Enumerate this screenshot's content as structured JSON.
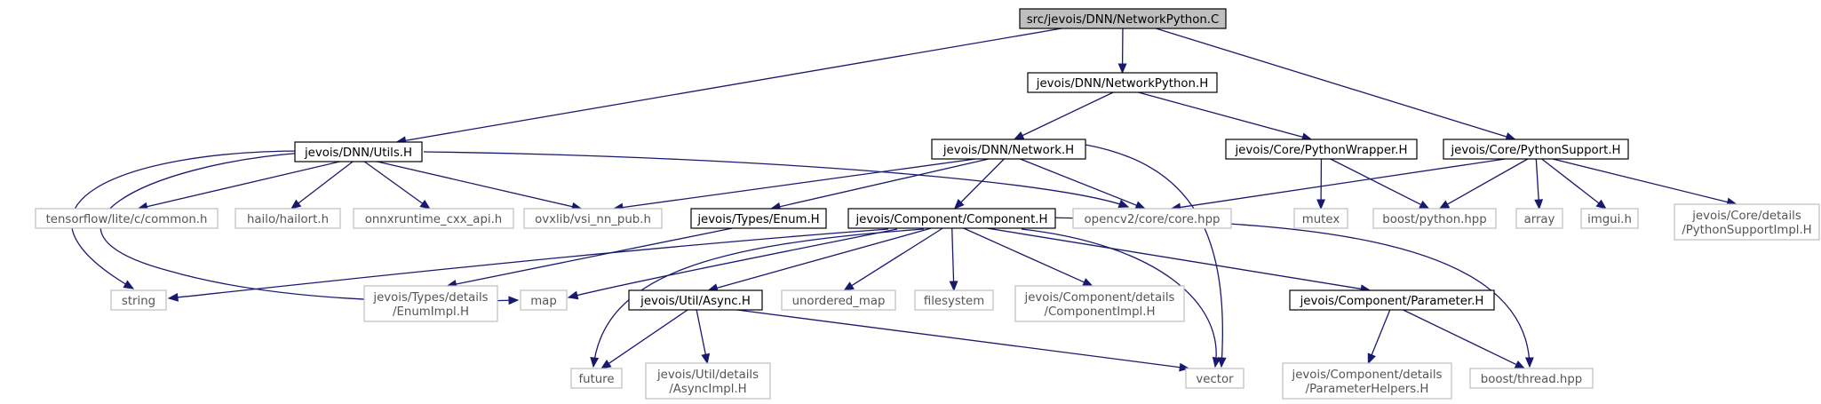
{
  "graph": {
    "nodes": {
      "root": {
        "lines": [
          "src/jevois/DNN/NetworkPython.C"
        ],
        "kind": "root"
      },
      "networkpython_h": {
        "lines": [
          "jevois/DNN/NetworkPython.H"
        ],
        "kind": "doc"
      },
      "utils_h": {
        "lines": [
          "jevois/DNN/Utils.H"
        ],
        "kind": "doc"
      },
      "network_h": {
        "lines": [
          "jevois/DNN/Network.H"
        ],
        "kind": "doc"
      },
      "pythonwrapper_h": {
        "lines": [
          "jevois/Core/PythonWrapper.H"
        ],
        "kind": "doc"
      },
      "pythonsupport_h": {
        "lines": [
          "jevois/Core/PythonSupport.H"
        ],
        "kind": "doc"
      },
      "tflite_common": {
        "lines": [
          "tensorflow/lite/c/common.h"
        ],
        "kind": "ext"
      },
      "hailort": {
        "lines": [
          "hailo/hailort.h"
        ],
        "kind": "ext"
      },
      "onnxruntime": {
        "lines": [
          "onnxruntime_cxx_api.h"
        ],
        "kind": "ext"
      },
      "vsi_nn_pub": {
        "lines": [
          "ovxlib/vsi_nn_pub.h"
        ],
        "kind": "ext"
      },
      "enum_h": {
        "lines": [
          "jevois/Types/Enum.H"
        ],
        "kind": "doc"
      },
      "component_h": {
        "lines": [
          "jevois/Component/Component.H"
        ],
        "kind": "doc"
      },
      "opencv_core": {
        "lines": [
          "opencv2/core/core.hpp"
        ],
        "kind": "ext"
      },
      "mutex": {
        "lines": [
          "mutex"
        ],
        "kind": "ext"
      },
      "boost_python": {
        "lines": [
          "boost/python.hpp"
        ],
        "kind": "ext"
      },
      "array": {
        "lines": [
          "array"
        ],
        "kind": "ext"
      },
      "imgui": {
        "lines": [
          "imgui.h"
        ],
        "kind": "ext"
      },
      "pythonsupportimpl": {
        "lines": [
          "jevois/Core/details",
          "/PythonSupportImpl.H"
        ],
        "kind": "ext"
      },
      "string": {
        "lines": [
          "string"
        ],
        "kind": "ext"
      },
      "enumimpl": {
        "lines": [
          "jevois/Types/details",
          "/EnumImpl.H"
        ],
        "kind": "ext"
      },
      "map": {
        "lines": [
          "map"
        ],
        "kind": "ext"
      },
      "async_h": {
        "lines": [
          "jevois/Util/Async.H"
        ],
        "kind": "doc"
      },
      "unordered_map": {
        "lines": [
          "unordered_map"
        ],
        "kind": "ext"
      },
      "filesystem": {
        "lines": [
          "filesystem"
        ],
        "kind": "ext"
      },
      "componentimpl": {
        "lines": [
          "jevois/Component/details",
          "/ComponentImpl.H"
        ],
        "kind": "ext"
      },
      "parameter_h": {
        "lines": [
          "jevois/Component/Parameter.H"
        ],
        "kind": "doc"
      },
      "future": {
        "lines": [
          "future"
        ],
        "kind": "ext"
      },
      "asyncimpl": {
        "lines": [
          "jevois/Util/details",
          "/AsyncImpl.H"
        ],
        "kind": "ext"
      },
      "vector": {
        "lines": [
          "vector"
        ],
        "kind": "ext"
      },
      "parameterhelpers": {
        "lines": [
          "jevois/Component/details",
          "/ParameterHelpers.H"
        ],
        "kind": "ext"
      },
      "boost_thread": {
        "lines": [
          "boost/thread.hpp"
        ],
        "kind": "ext"
      }
    },
    "edges": [
      [
        "root",
        "networkpython_h"
      ],
      [
        "root",
        "utils_h"
      ],
      [
        "root",
        "pythonsupport_h"
      ],
      [
        "networkpython_h",
        "network_h"
      ],
      [
        "networkpython_h",
        "pythonwrapper_h"
      ],
      [
        "utils_h",
        "string"
      ],
      [
        "utils_h",
        "map"
      ],
      [
        "utils_h",
        "tflite_common"
      ],
      [
        "utils_h",
        "hailort"
      ],
      [
        "utils_h",
        "onnxruntime"
      ],
      [
        "utils_h",
        "vsi_nn_pub"
      ],
      [
        "utils_h",
        "opencv_core"
      ],
      [
        "network_h",
        "vsi_nn_pub"
      ],
      [
        "network_h",
        "enum_h"
      ],
      [
        "network_h",
        "component_h"
      ],
      [
        "network_h",
        "opencv_core"
      ],
      [
        "network_h",
        "vector"
      ],
      [
        "pythonwrapper_h",
        "mutex"
      ],
      [
        "pythonwrapper_h",
        "boost_python"
      ],
      [
        "pythonsupport_h",
        "opencv_core"
      ],
      [
        "pythonsupport_h",
        "boost_python"
      ],
      [
        "pythonsupport_h",
        "array"
      ],
      [
        "pythonsupport_h",
        "imgui"
      ],
      [
        "pythonsupport_h",
        "pythonsupportimpl"
      ],
      [
        "enum_h",
        "enumimpl"
      ],
      [
        "component_h",
        "string"
      ],
      [
        "component_h",
        "map"
      ],
      [
        "component_h",
        "future"
      ],
      [
        "component_h",
        "async_h"
      ],
      [
        "component_h",
        "unordered_map"
      ],
      [
        "component_h",
        "filesystem"
      ],
      [
        "component_h",
        "componentimpl"
      ],
      [
        "component_h",
        "vector"
      ],
      [
        "component_h",
        "parameter_h"
      ],
      [
        "component_h",
        "boost_thread"
      ],
      [
        "async_h",
        "future"
      ],
      [
        "async_h",
        "asyncimpl"
      ],
      [
        "async_h",
        "vector"
      ],
      [
        "parameter_h",
        "parameterhelpers"
      ],
      [
        "parameter_h",
        "boost_thread"
      ]
    ]
  },
  "colors": {
    "root_fill": "#bfbfbf",
    "doc_border": "#000000",
    "ext_border": "#bfbfbf",
    "edge": "#191970"
  }
}
